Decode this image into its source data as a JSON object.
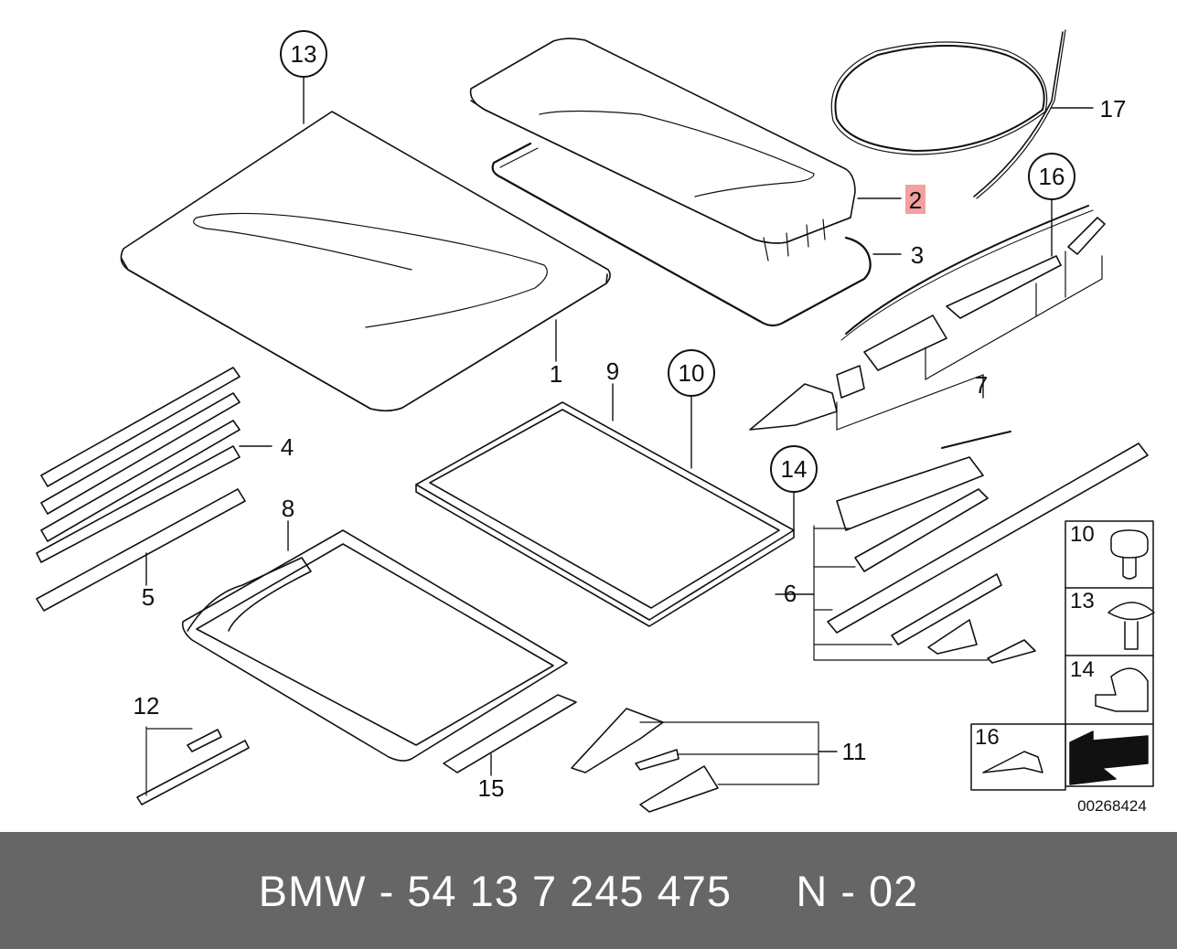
{
  "callouts": {
    "c1": "1",
    "c2": "2",
    "c3": "3",
    "c4": "4",
    "c5": "5",
    "c6": "6",
    "c7": "7",
    "c8": "8",
    "c9": "9",
    "c10": "10",
    "c11": "11",
    "c12": "12",
    "c13": "13",
    "c14": "14",
    "c15": "15",
    "c16": "16",
    "c17": "17"
  },
  "highlighted_callout": "2",
  "highlight_color": "#f4a0a0",
  "legend": {
    "p10": "10",
    "p13": "13",
    "p14": "14",
    "p16": "16"
  },
  "diagram_ref": "00268424",
  "footer": {
    "text": "BMW - 54 13 7 245 475     N - 02"
  },
  "footer_color": "#666666"
}
